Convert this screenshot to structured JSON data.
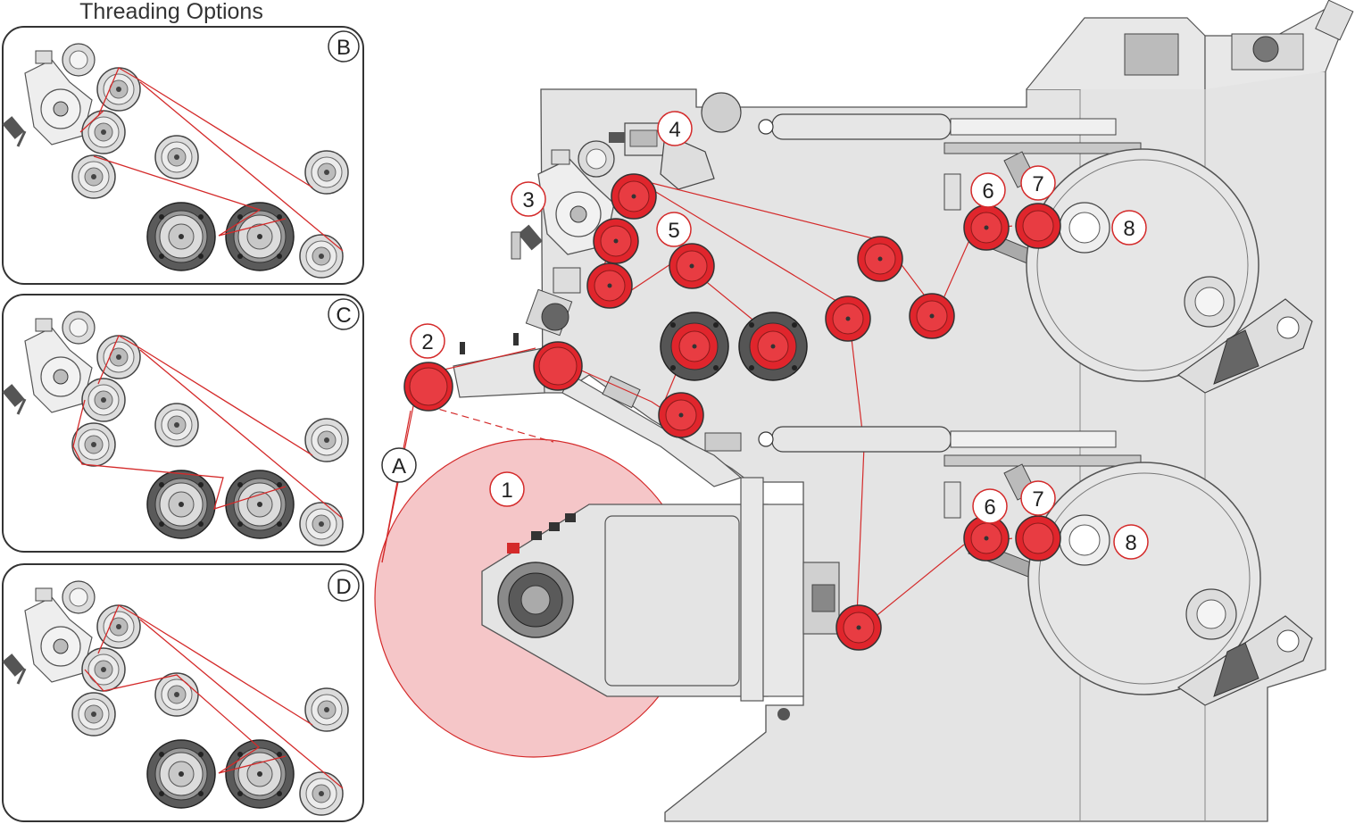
{
  "title": "Threading Options",
  "options": [
    {
      "label": "B"
    },
    {
      "label": "C"
    },
    {
      "label": "D"
    }
  ],
  "callouts": {
    "a": "A",
    "n1": "1",
    "n2": "2",
    "n3": "3",
    "n4": "4",
    "n5": "5",
    "n6_upper": "6",
    "n7_upper": "7",
    "n8_upper": "8",
    "n6_lower": "6",
    "n7_lower": "7",
    "n8_lower": "8"
  },
  "colors": {
    "web_red": "#d42a2a",
    "roller_red": "#e0252c",
    "unwind_roll_fill": "#f5c6c8",
    "frame_gray": "#e4e4e4",
    "outline": "#555555",
    "light_roller": "#d9d9d9",
    "dark_roller": "#4a4a4a"
  },
  "icons": {
    "roller": "roller-icon",
    "unwind": "unwind-roll-icon",
    "cylinder": "pneumatic-cylinder-icon"
  }
}
